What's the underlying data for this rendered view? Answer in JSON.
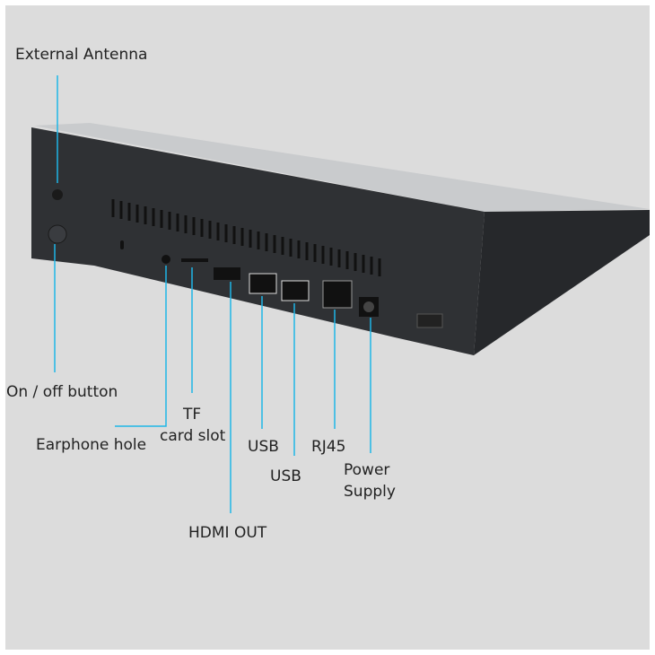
{
  "colors": {
    "background": "#dcdcdc",
    "leader_line": "#1fb6e6",
    "device": "#2c2e31"
  },
  "labels": {
    "external_antenna": "External Antenna",
    "on_off_button": "On / off button",
    "earphone_hole": "Earphone hole",
    "tf_card_slot_line1": "TF",
    "tf_card_slot_line2": "card slot",
    "hdmi_out": "HDMI OUT",
    "usb_1": "USB",
    "usb_2": "USB",
    "rj45": "RJ45",
    "power_supply_line1": "Power",
    "power_supply_line2": "Supply"
  }
}
